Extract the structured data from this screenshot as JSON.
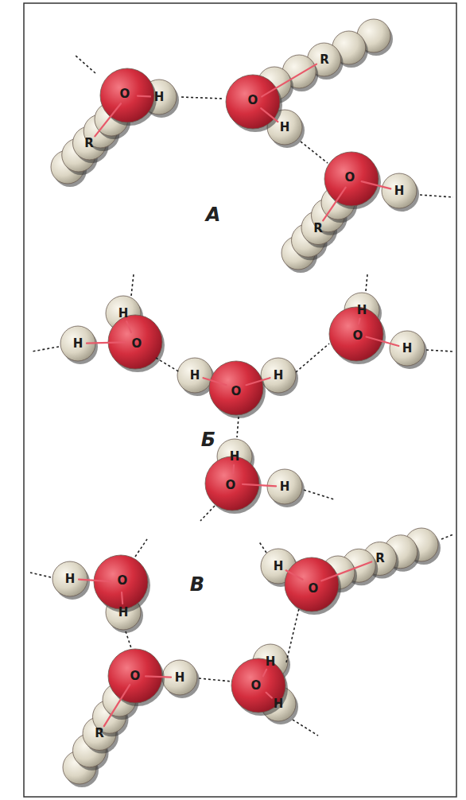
{
  "diagram": {
    "labels": [
      "O",
      "H",
      "R",
      "R",
      "O",
      "H",
      "O",
      "H",
      "R",
      "А",
      "H",
      "H",
      "O",
      "H",
      "O",
      "H",
      "H",
      "O",
      "H",
      "Б",
      "H",
      "O",
      "H",
      "H",
      "O",
      "H",
      "H",
      "O",
      "R",
      "В",
      "O",
      "H",
      "R",
      "H",
      "O",
      "H"
    ]
  }
}
